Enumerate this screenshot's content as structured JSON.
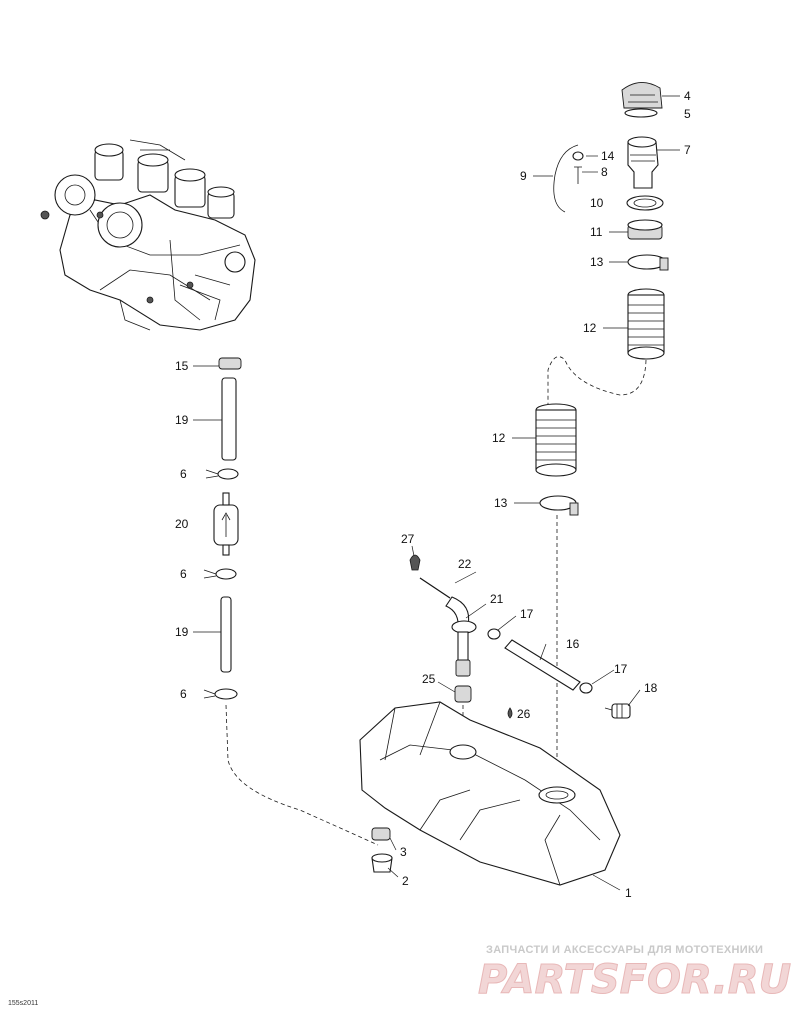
{
  "diagram": {
    "part_labels": [
      "1",
      "2",
      "3",
      "4",
      "5",
      "6",
      "6",
      "6",
      "7",
      "8",
      "9",
      "10",
      "11",
      "12",
      "12",
      "13",
      "13",
      "14",
      "15",
      "16",
      "17",
      "17",
      "18",
      "19",
      "19",
      "20",
      "21",
      "22",
      "25",
      "26",
      "27"
    ],
    "reference_code": "155s2011"
  },
  "watermark": {
    "line1": "ЗАПЧАСТИ И АКСЕССУАРЫ ДЛЯ МОТОТЕХНИКИ",
    "line2": "PARTSFOR.RU"
  },
  "colors": {
    "ink": "#1a1a1a",
    "paper": "#ffffff",
    "watermark_gray": "#c9c9c9",
    "watermark_pink": "#f2d6d6"
  }
}
